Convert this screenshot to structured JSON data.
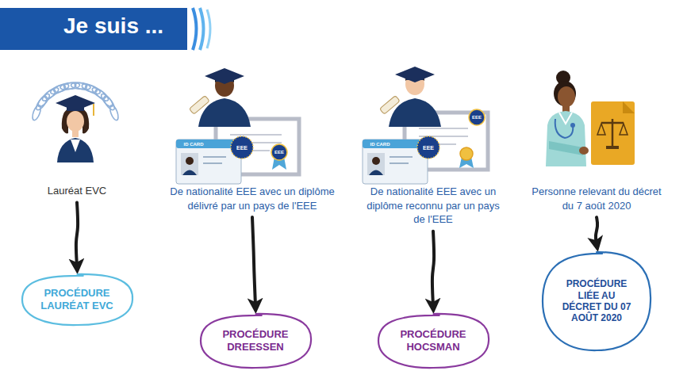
{
  "diagram": {
    "title": "Je suis ...",
    "nodes": [
      {
        "text": [
          "Lauréat EVC"
        ]
      },
      {
        "text": [
          "De nationalité EEE avec un diplôme délivré par un pays de l'EEE"
        ]
      },
      {
        "text": [
          "De nationalité EEE avec un diplôme reconnu par un pays de l'EEE"
        ]
      },
      {
        "text": [
          "Personne relevant du décret du 7 août 2020"
        ]
      },
      {
        "text": [
          "PROCÉDURE LAURÉAT EVC"
        ]
      },
      {
        "text": [
          "PROCÉDURE DREESSEN"
        ]
      },
      {
        "text": [
          "PROCÉDURE HOCSMAN"
        ]
      },
      {
        "text": [
          "PROCÉDURE LIÉE AU DÉCRET DU 07 AOÛT 2020"
        ]
      }
    ],
    "edges": [
      {
        "from": 0,
        "to": 4,
        "arrow": "to"
      },
      {
        "from": 1,
        "to": 5,
        "arrow": "to"
      },
      {
        "from": 2,
        "to": 6,
        "arrow": "to"
      },
      {
        "from": 3,
        "to": 7,
        "arrow": "to"
      }
    ],
    "labels": [
      "ID CARD",
      "EEE",
      "EEE",
      "ID CARD",
      "EEE",
      "EEE"
    ]
  }
}
